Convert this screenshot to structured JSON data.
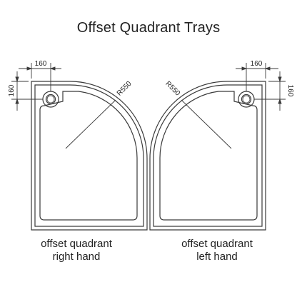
{
  "title": "Offset Quadrant Trays",
  "trays": [
    {
      "hand": "right",
      "caption_line1": "offset quadrant",
      "caption_line2": "right hand",
      "dim_width": "160",
      "dim_height": "160",
      "radius_label": "R550"
    },
    {
      "hand": "left",
      "caption_line1": "offset quadrant",
      "caption_line2": "left hand",
      "dim_width": "160",
      "dim_height": "160",
      "radius_label": "R550"
    }
  ],
  "colors": {
    "line": "#3a3a3a",
    "text": "#222222",
    "background": "#ffffff"
  }
}
